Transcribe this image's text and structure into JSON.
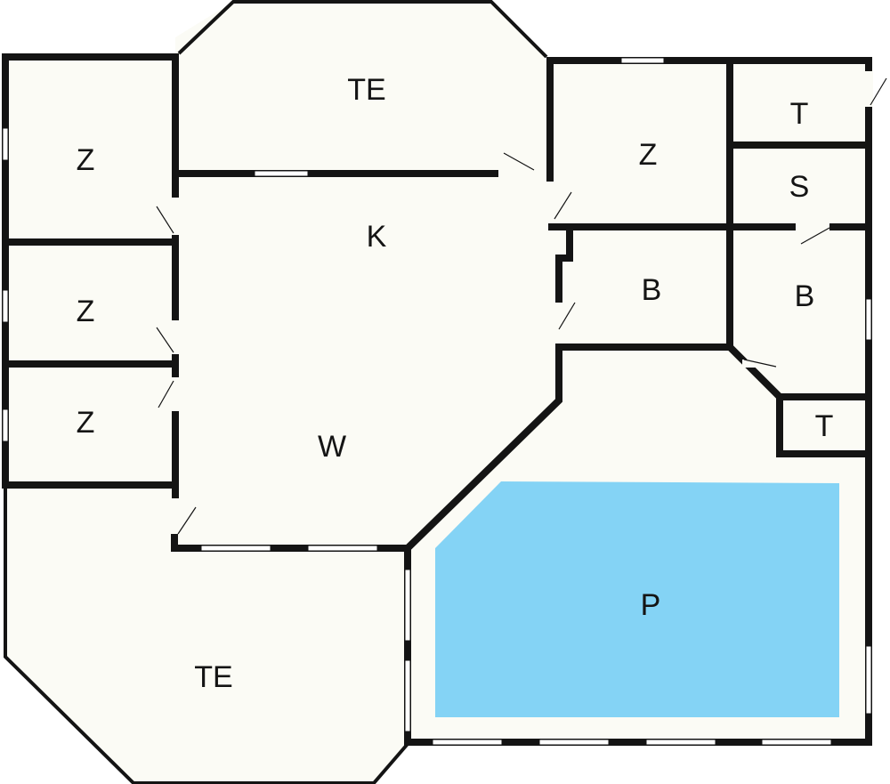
{
  "rooms": {
    "terrace_top": "TE",
    "bedroom_1": "Z",
    "bedroom_2": "Z",
    "bedroom_3": "Z",
    "bedroom_4": "Z",
    "kitchen": "K",
    "living_room": "W",
    "toilet_1": "T",
    "storage": "S",
    "bathroom_1": "B",
    "bathroom_2": "B",
    "toilet_2": "T",
    "pool": "P",
    "terrace_bottom": "TE"
  },
  "colors": {
    "wall": "#141414",
    "floor": "#fbfbf5",
    "pool": "#84d3f5"
  }
}
